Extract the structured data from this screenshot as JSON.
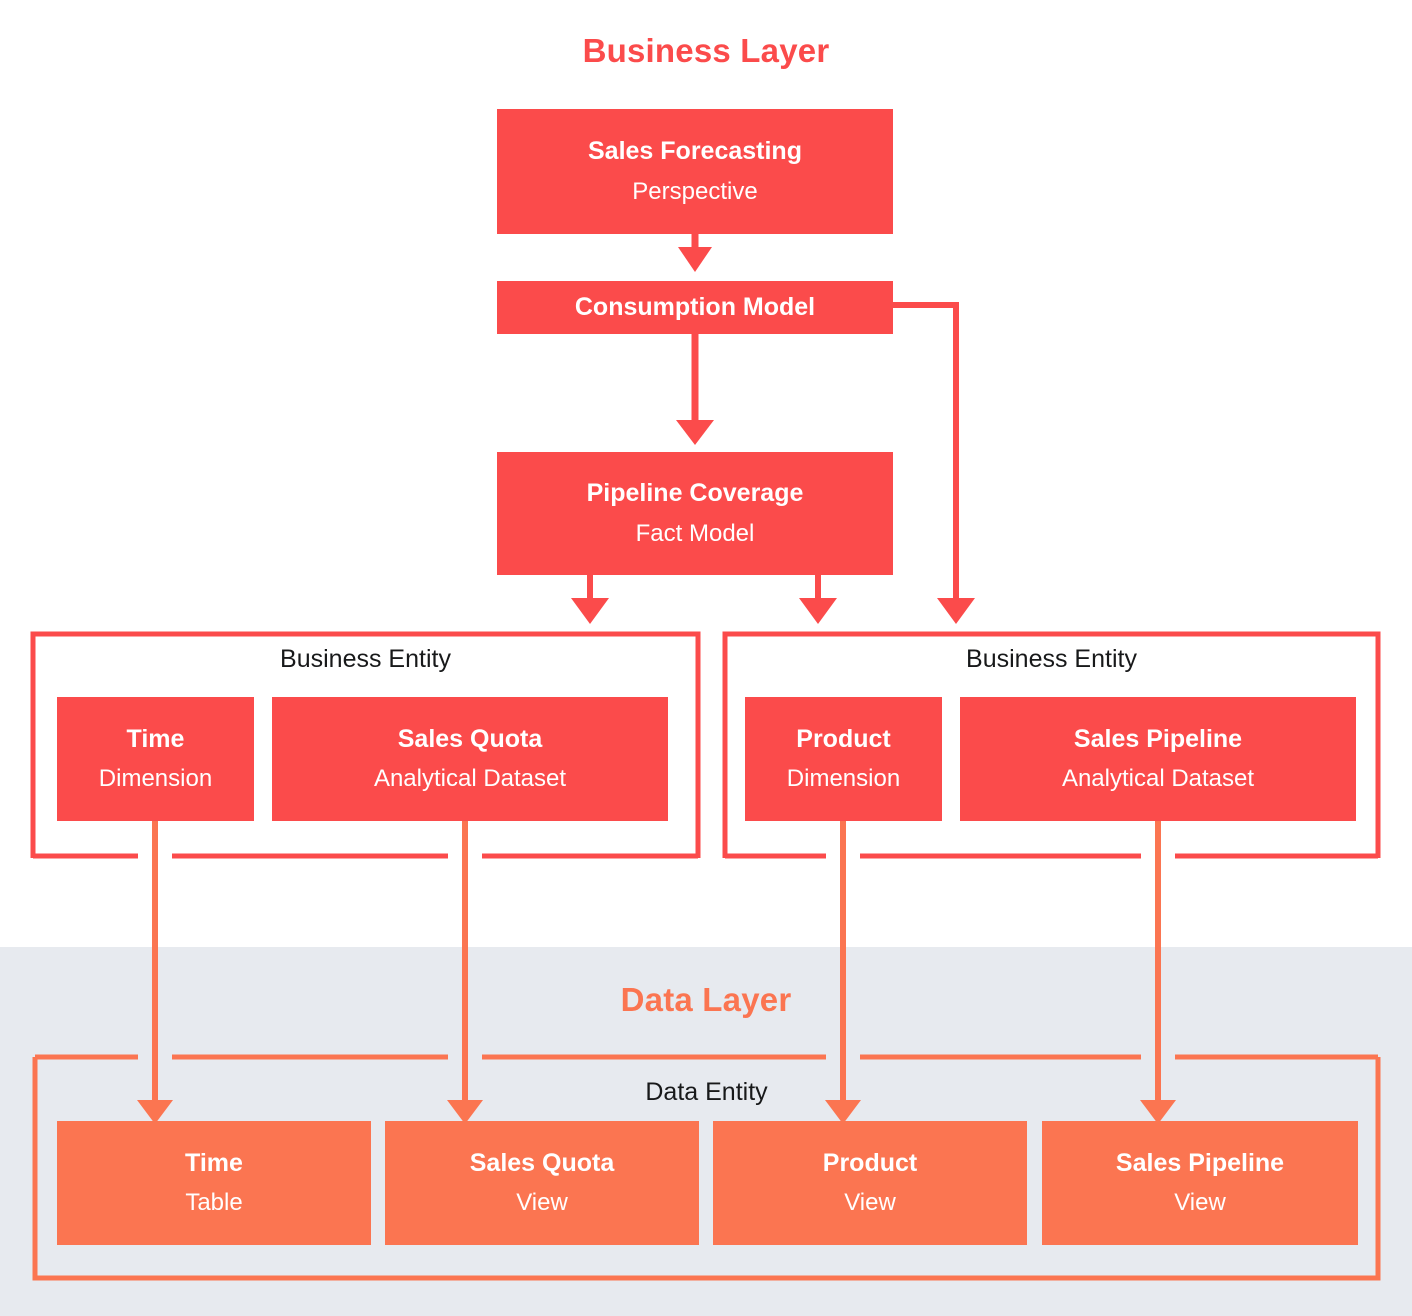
{
  "layers": {
    "business": {
      "title": "Business Layer",
      "color": "#fb4b4b"
    },
    "data": {
      "title": "Data Layer",
      "color": "#fb7551",
      "background": "#e7eaef"
    }
  },
  "business_nodes": {
    "sales_forecasting": {
      "name": "Sales Forecasting",
      "type": "Perspective"
    },
    "consumption_model": {
      "name": "Consumption Model",
      "type": ""
    },
    "pipeline_coverage": {
      "name": "Pipeline Coverage",
      "type": "Fact Model"
    },
    "time": {
      "name": "Time",
      "type": "Dimension"
    },
    "sales_quota": {
      "name": "Sales Quota",
      "type": "Analytical Dataset"
    },
    "product": {
      "name": "Product",
      "type": "Dimension"
    },
    "sales_pipeline": {
      "name": "Sales Pipeline",
      "type": "Analytical Dataset"
    }
  },
  "groups": {
    "business_entity_left": {
      "label": "Business Entity"
    },
    "business_entity_right": {
      "label": "Business Entity"
    },
    "data_entity": {
      "label": "Data Entity"
    }
  },
  "data_nodes": {
    "time": {
      "name": "Time",
      "type": "Table"
    },
    "sales_quota": {
      "name": "Sales Quota",
      "type": "View"
    },
    "product": {
      "name": "Product",
      "type": "View"
    },
    "sales_pipeline": {
      "name": "Sales Pipeline",
      "type": "View"
    }
  },
  "diagram_data": {
    "type": "diagram",
    "title": "Business Layer / Data Layer semantic model lineage",
    "edges": [
      {
        "from": "Sales Forecasting",
        "to": "Consumption Model"
      },
      {
        "from": "Consumption Model",
        "to": "Pipeline Coverage"
      },
      {
        "from": "Consumption Model",
        "to": "Business Entity (right)"
      },
      {
        "from": "Pipeline Coverage",
        "to": "Business Entity (left)"
      },
      {
        "from": "Pipeline Coverage",
        "to": "Business Entity (right)"
      },
      {
        "from": "Time (Dimension)",
        "to": "Time (Table)"
      },
      {
        "from": "Sales Quota (Analytical Dataset)",
        "to": "Sales Quota (View)"
      },
      {
        "from": "Product (Dimension)",
        "to": "Product (View)"
      },
      {
        "from": "Sales Pipeline (Analytical Dataset)",
        "to": "Sales Pipeline (View)"
      }
    ],
    "colors": {
      "business_red": "#fb4b4b",
      "data_orange": "#fb7551",
      "data_layer_bg": "#e7eaef"
    }
  }
}
